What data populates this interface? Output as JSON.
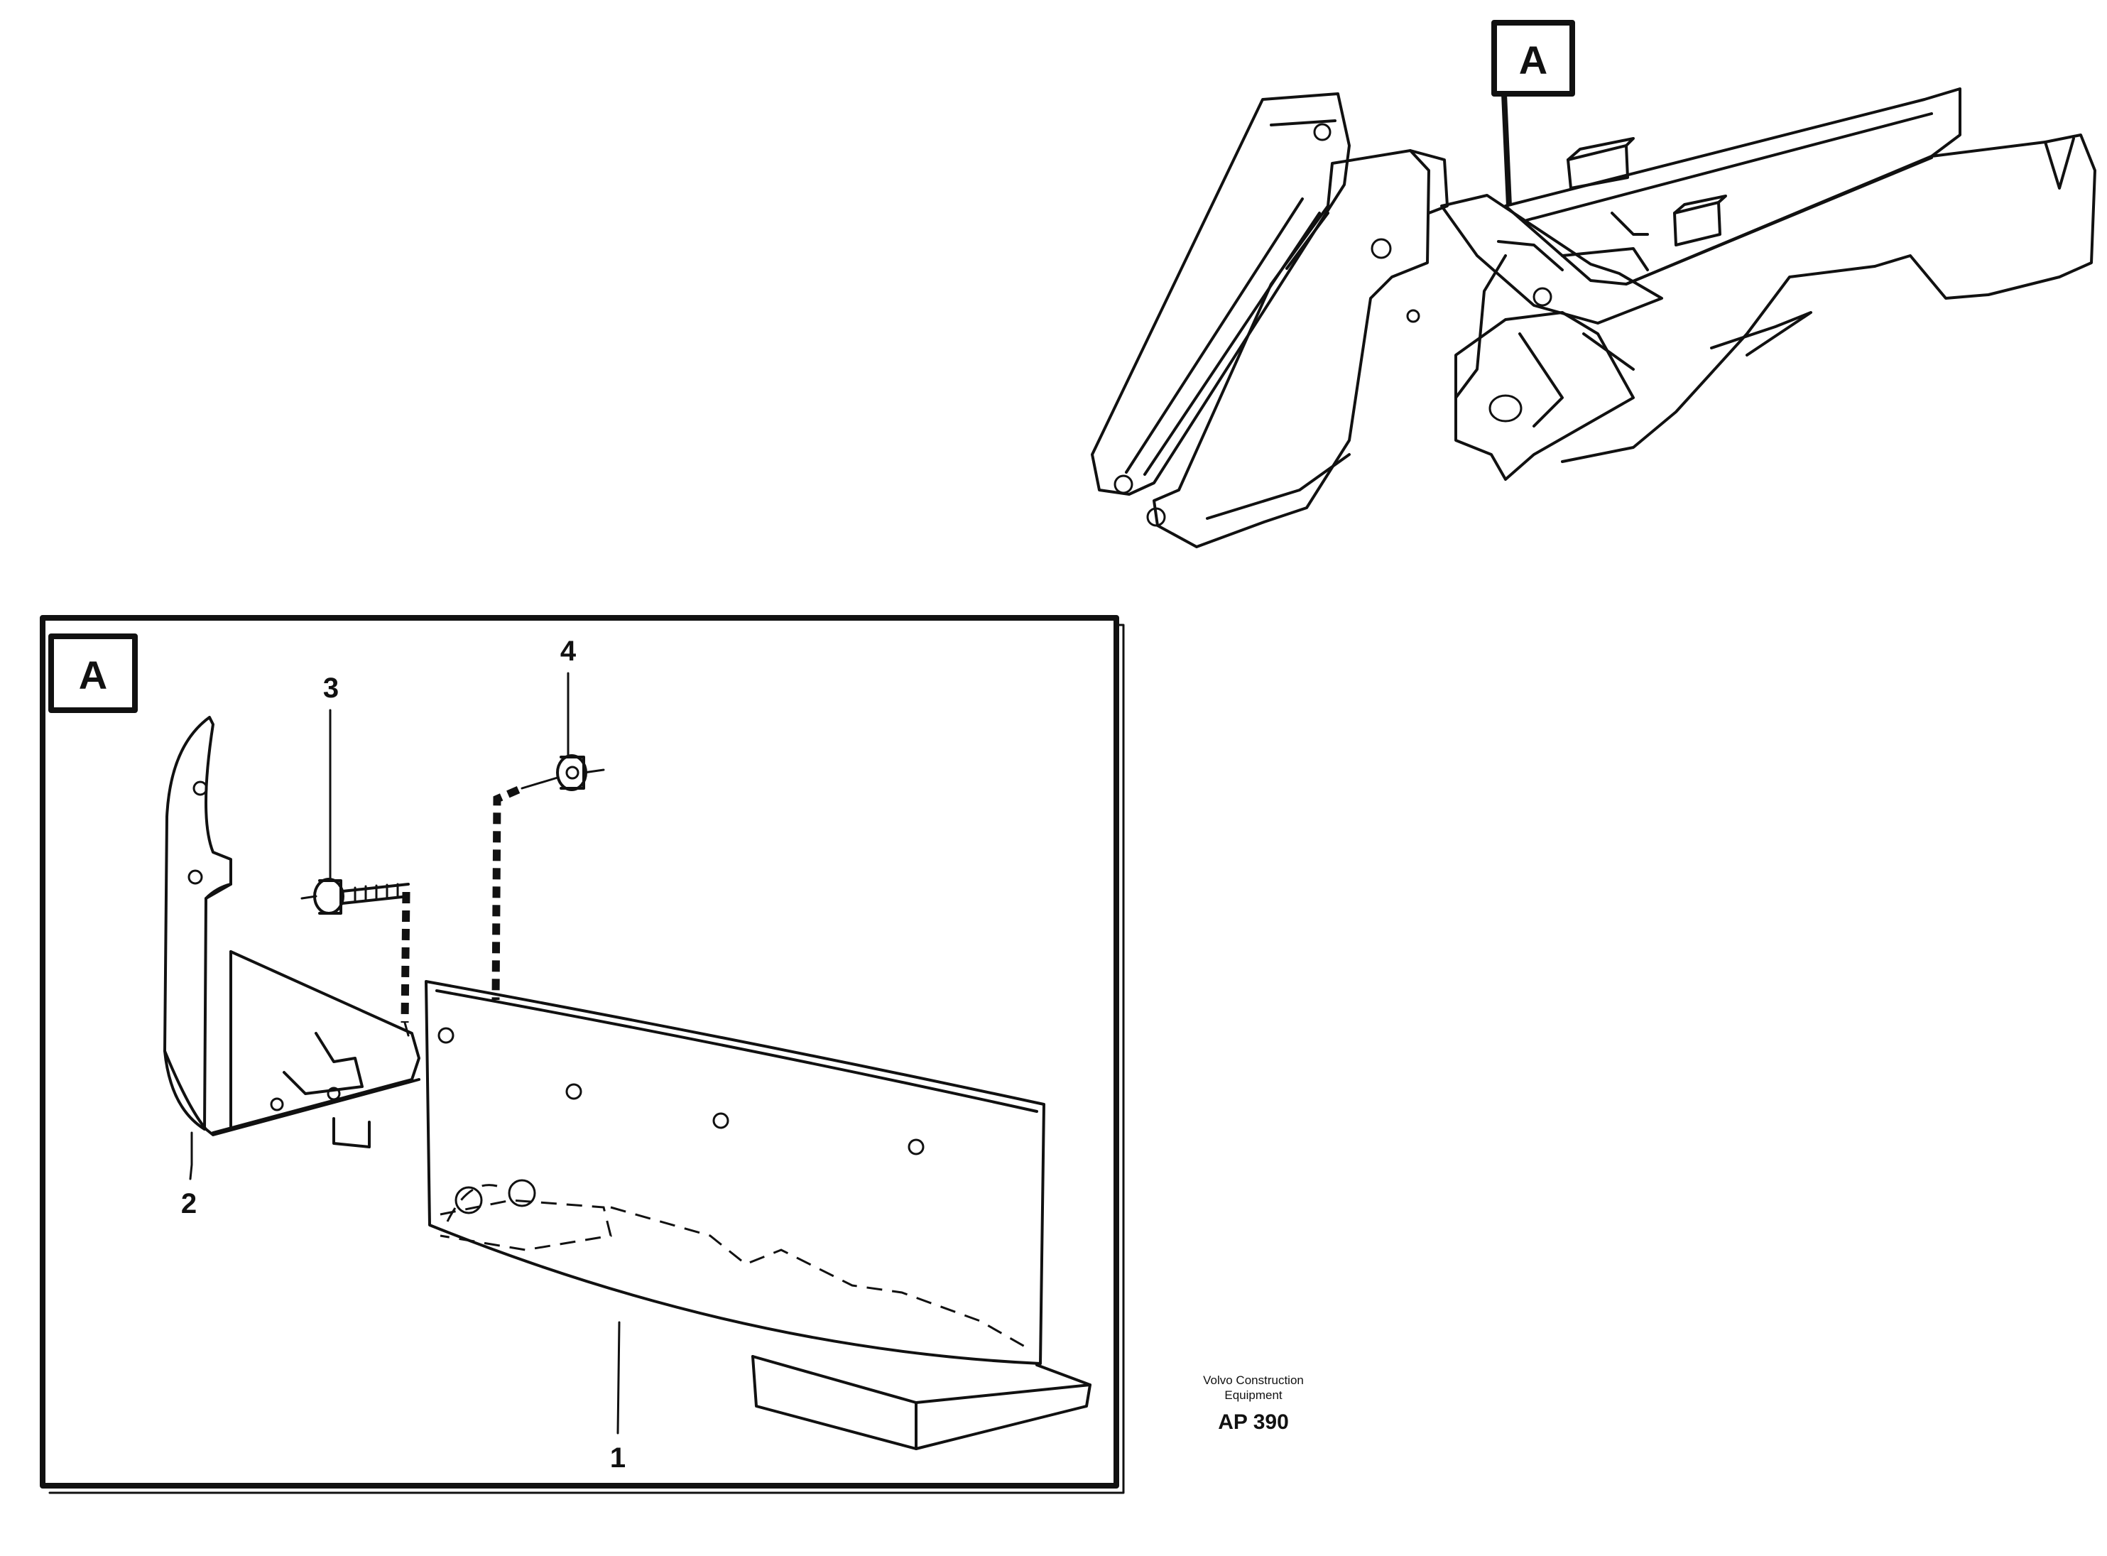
{
  "overview": {
    "detail_tag": "A"
  },
  "detail": {
    "tag": "A",
    "callouts": [
      {
        "id": "1",
        "label": "1"
      },
      {
        "id": "2",
        "label": "2"
      },
      {
        "id": "3",
        "label": "3"
      },
      {
        "id": "4",
        "label": "4"
      }
    ]
  },
  "footer": {
    "brand_line1": "Volvo Construction",
    "brand_line2": "Equipment",
    "reference": "AP 390"
  }
}
